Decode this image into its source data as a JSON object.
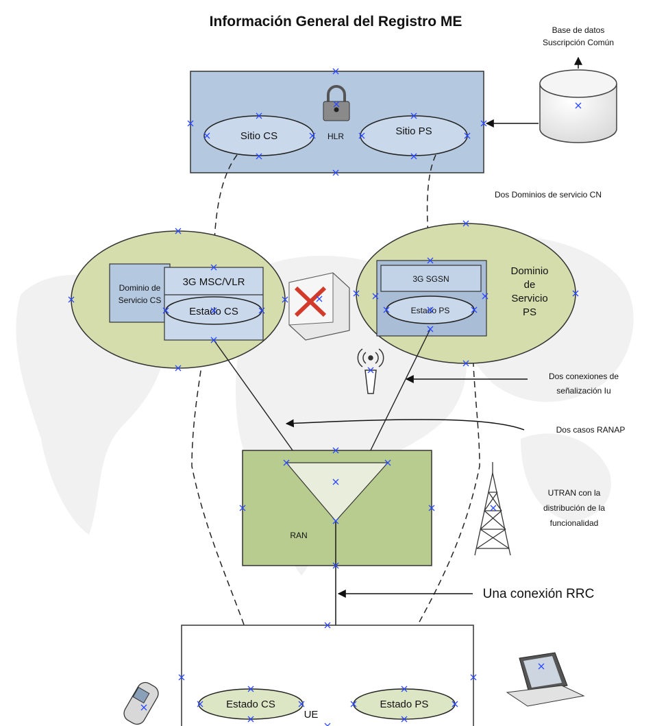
{
  "title": "Información General del Registro ME",
  "labels": {
    "database": [
      "Base de datos",
      "Suscripción Común"
    ],
    "hlr": "HLR",
    "site_cs": "Sitio CS",
    "site_ps": "Sitio PS",
    "cn_domains": "Dos Dominios de servicio CN",
    "cs_domain": [
      "Dominio de",
      "Servicio CS"
    ],
    "msc_vlr": "3G MSC/VLR",
    "state_cs_core": "Estado CS",
    "sgsn": "3G SGSN",
    "state_ps_core": "Estado PS",
    "ps_domain": [
      "Dominio",
      "de",
      "Servicio",
      "PS"
    ],
    "iu_connections": [
      "Dos conexiones de",
      "señalización Iu"
    ],
    "ranap": "Dos casos RANAP",
    "ran": "RAN",
    "utran": [
      "UTRAN con la",
      "distribución de la",
      "funcionalidad"
    ],
    "rrc": "Una conexión RRC",
    "ue": "UE",
    "state_cs_ue": "Estado CS",
    "state_ps_ue": "Estado PS"
  },
  "icons": [
    "padlock-icon",
    "database-icon",
    "switch-icon",
    "antenna-icon",
    "radio-tower-icon",
    "mobile-phone-icon",
    "laptop-icon"
  ],
  "colors": {
    "hlr_box": "#b4c8e0",
    "domain_ellipse": "#d4ddab",
    "ran_box": "#b7cc8e",
    "inner_box": "#c2d3e8",
    "ue_ellipse": "#dce5c4",
    "marker": "#2a48ff"
  }
}
